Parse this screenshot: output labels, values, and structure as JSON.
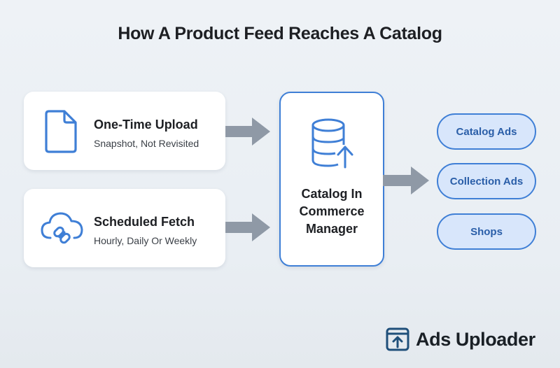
{
  "title": "How A Product Feed Reaches A Catalog",
  "sources": [
    {
      "title": "One-Time Upload",
      "subtitle": "Snapshot, Not Revisited",
      "icon": "document-icon"
    },
    {
      "title": "Scheduled Fetch",
      "subtitle": "Hourly, Daily Or Weekly",
      "icon": "cloud-link-icon"
    }
  ],
  "center": {
    "label": "Catalog In\nCommerce\nManager",
    "icon": "database-upload-icon"
  },
  "outputs": [
    "Catalog Ads",
    "Collection Ads",
    "Shops"
  ],
  "brand": {
    "name": "Ads Uploader",
    "icon": "upload-box-icon"
  },
  "colors": {
    "accent": "#3f7fd6",
    "pill_fill": "#d8e6fb",
    "arrow": "#8f99a6",
    "text": "#1d1f23"
  }
}
